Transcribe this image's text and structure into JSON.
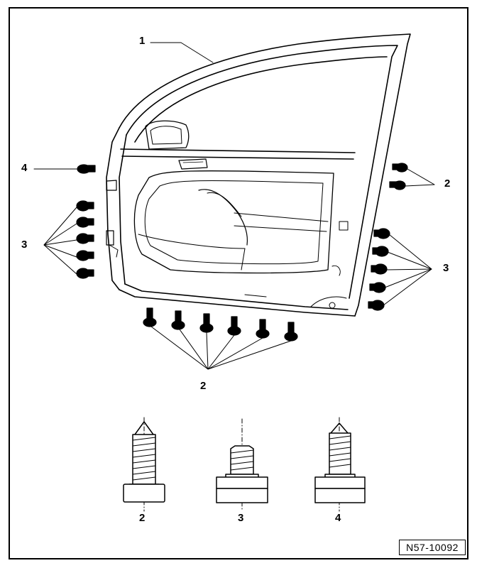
{
  "callouts": {
    "door_shell": "1",
    "stud_top_right": "2",
    "stud_bottom_row": "2",
    "clip_left": "3",
    "clip_right": "3",
    "bolt_top_left": "4",
    "detail_2": "2",
    "detail_3": "3",
    "detail_4": "4"
  },
  "reference_code": "N57-10092"
}
